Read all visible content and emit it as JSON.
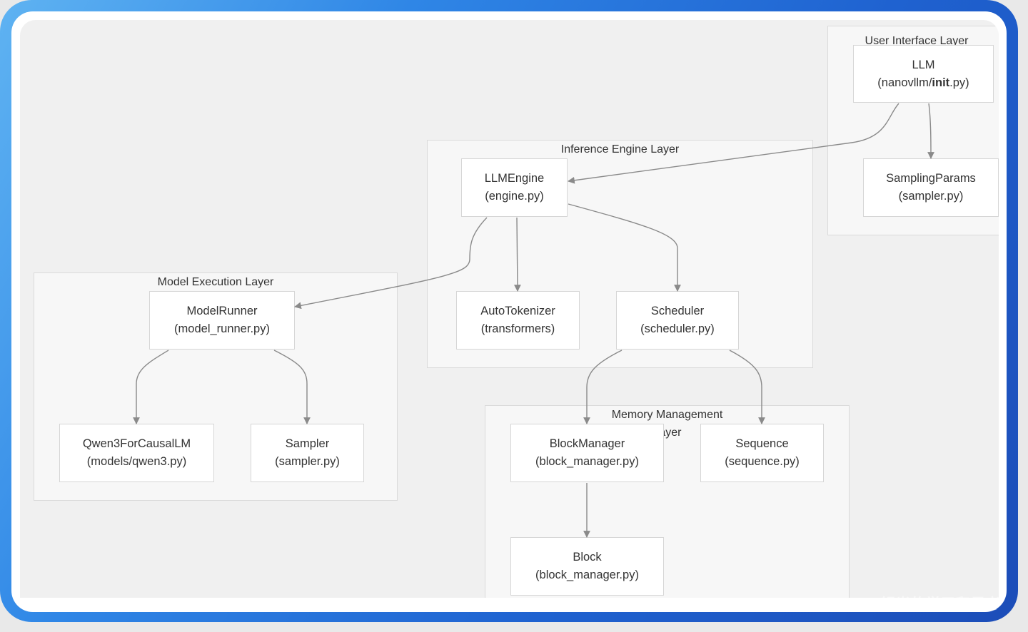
{
  "groups": {
    "ui": {
      "label": "User Interface Layer"
    },
    "inference": {
      "label": "Inference Engine Layer"
    },
    "model": {
      "label": "Model Execution Layer"
    },
    "memory": {
      "label": "Memory Management",
      "label2": "Layer"
    }
  },
  "nodes": {
    "llm": {
      "line1": "LLM",
      "line2_pre": "(nanovllm/",
      "line2_bold": "init",
      "line2_post": ".py)"
    },
    "sampling_params": {
      "line1": "SamplingParams",
      "line2": "(sampler.py)"
    },
    "llm_engine": {
      "line1": "LLMEngine",
      "line2": "(engine.py)"
    },
    "auto_tokenizer": {
      "line1": "AutoTokenizer",
      "line2": "(transformers)"
    },
    "scheduler": {
      "line1": "Scheduler",
      "line2": "(scheduler.py)"
    },
    "model_runner": {
      "line1": "ModelRunner",
      "line2": "(model_runner.py)"
    },
    "qwen3": {
      "line1": "Qwen3ForCausalLM",
      "line2": "(models/qwen3.py)"
    },
    "sampler": {
      "line1": "Sampler",
      "line2": "(sampler.py)"
    },
    "block_manager": {
      "line1": "BlockManager",
      "line2": "(block_manager.py)"
    },
    "sequence": {
      "line1": "Sequence",
      "line2": "(sequence.py)"
    },
    "block": {
      "line1": "Block",
      "line2": "(block_manager.py)"
    }
  },
  "edges": [
    {
      "from": "llm",
      "to": "llm_engine"
    },
    {
      "from": "llm",
      "to": "sampling_params"
    },
    {
      "from": "llm_engine",
      "to": "model_runner"
    },
    {
      "from": "llm_engine",
      "to": "auto_tokenizer"
    },
    {
      "from": "llm_engine",
      "to": "scheduler"
    },
    {
      "from": "model_runner",
      "to": "qwen3"
    },
    {
      "from": "model_runner",
      "to": "sampler"
    },
    {
      "from": "scheduler",
      "to": "block_manager"
    },
    {
      "from": "scheduler",
      "to": "sequence"
    },
    {
      "from": "block_manager",
      "to": "block"
    }
  ],
  "watermark": "银光的学习和思考",
  "colors": {
    "frame_gradient_start": "#5fb3f2",
    "frame_gradient_end": "#1c4db8",
    "canvas": "#f0f0f0",
    "edge": "#8a8a8a"
  }
}
